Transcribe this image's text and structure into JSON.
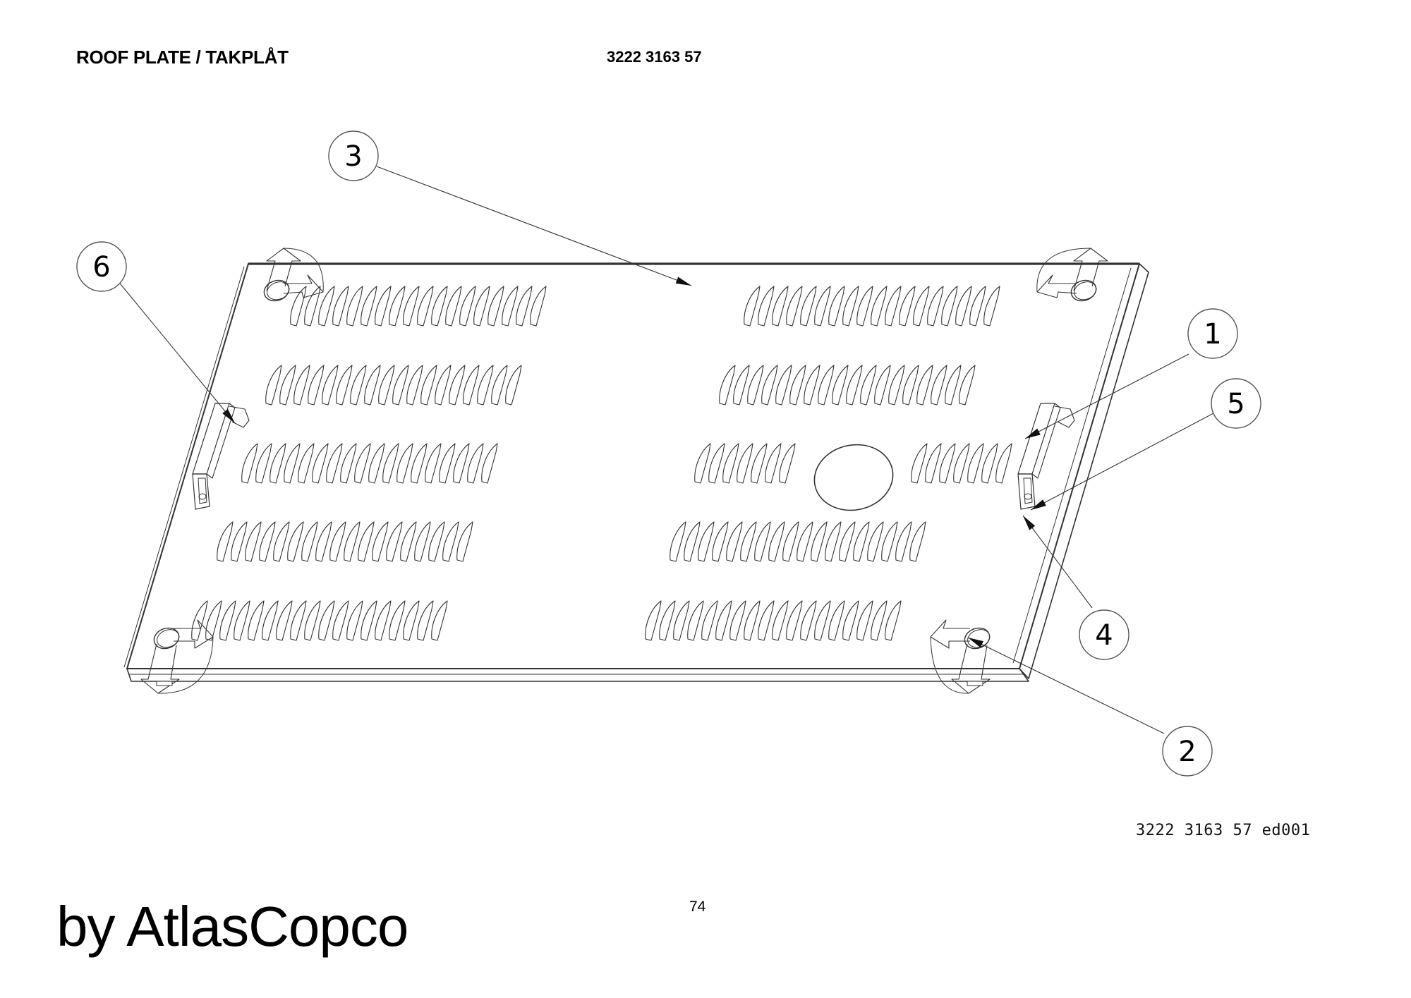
{
  "header": {
    "title": "ROOF PLATE / TAKPLÅT",
    "part_number": "3222 3163 57"
  },
  "drawing": {
    "reference": "3222 3163 57 ed001",
    "line_color": "#333333",
    "balloons": [
      {
        "label": "1",
        "target": "clip-right"
      },
      {
        "label": "2",
        "target": "foot-bottom-right"
      },
      {
        "label": "3",
        "target": "roof-plate"
      },
      {
        "label": "4",
        "target": "clip-right-base"
      },
      {
        "label": "5",
        "target": "clip-right-pin"
      },
      {
        "label": "6",
        "target": "clip-left"
      }
    ]
  },
  "footer": {
    "page_number": "74",
    "brand": "by AtlasCopco"
  }
}
